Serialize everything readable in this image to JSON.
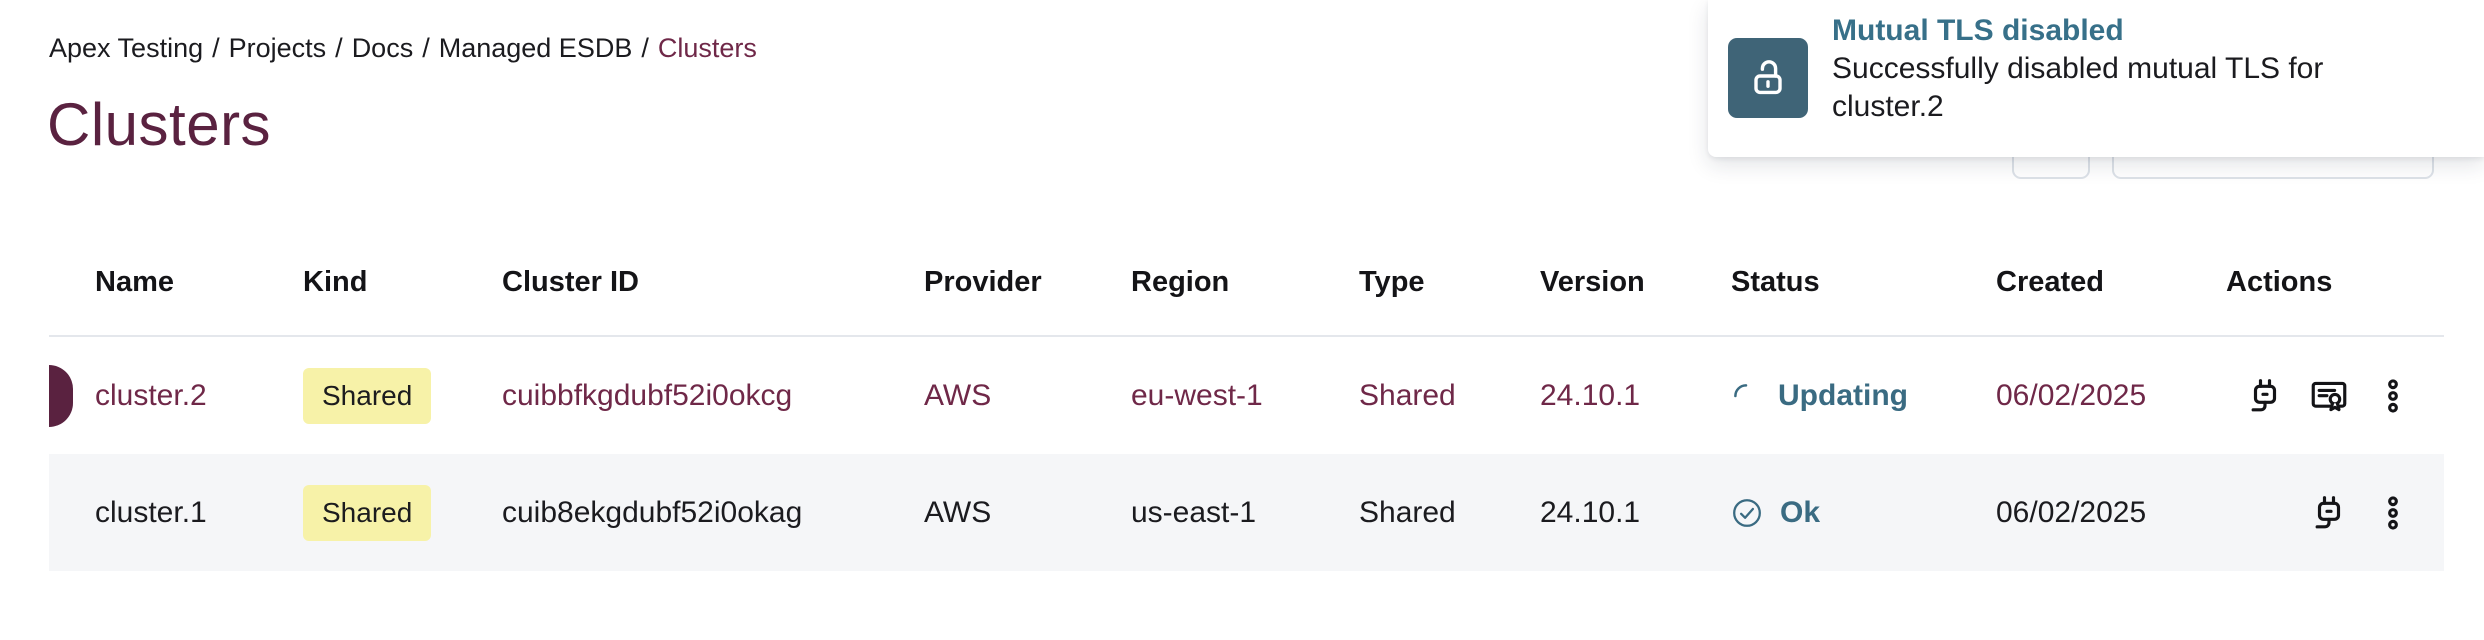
{
  "breadcrumb": {
    "separator": "/",
    "items": [
      {
        "label": "Apex Testing",
        "current": false
      },
      {
        "label": "Projects",
        "current": false
      },
      {
        "label": "Docs",
        "current": false
      },
      {
        "label": "Managed ESDB",
        "current": false
      },
      {
        "label": "Clusters",
        "current": true
      }
    ]
  },
  "page": {
    "title": "Clusters"
  },
  "toast": {
    "title": "Mutual TLS disabled",
    "message": "Successfully disabled mutual TLS for cluster.2",
    "icon": "unlock-icon"
  },
  "toolbar": {
    "icon_button_icon": "refresh-icon",
    "dropdown_button_icon": "chevron-down-icon"
  },
  "table": {
    "columns": [
      "Name",
      "Kind",
      "Cluster ID",
      "Provider",
      "Region",
      "Type",
      "Version",
      "Status",
      "Created",
      "Actions"
    ],
    "rows": [
      {
        "name": "cluster.2",
        "kind": "Shared",
        "cluster_id": "cuibbfkgdubf52i0okcg",
        "provider": "AWS",
        "region": "eu-west-1",
        "type": "Shared",
        "version": "24.10.1",
        "status": "Updating",
        "status_kind": "updating",
        "created": "06/02/2025",
        "highlighted": true,
        "actions": [
          "connect",
          "certificate",
          "menu"
        ]
      },
      {
        "name": "cluster.1",
        "kind": "Shared",
        "cluster_id": "cuib8ekgdubf52i0okag",
        "provider": "AWS",
        "region": "us-east-1",
        "type": "Shared",
        "version": "24.10.1",
        "status": "Ok",
        "status_kind": "ok",
        "created": "06/02/2025",
        "highlighted": false,
        "actions": [
          "connect",
          "menu"
        ]
      }
    ]
  },
  "colors": {
    "maroon_dark": "#5a2240",
    "maroon_link": "#6f2848",
    "teal_status": "#3a6b82",
    "toast_title": "#377089",
    "toast_icon_bg": "#3f6477",
    "badge_bg": "#f7f2a8",
    "row_alt_bg": "#f5f6f8"
  }
}
